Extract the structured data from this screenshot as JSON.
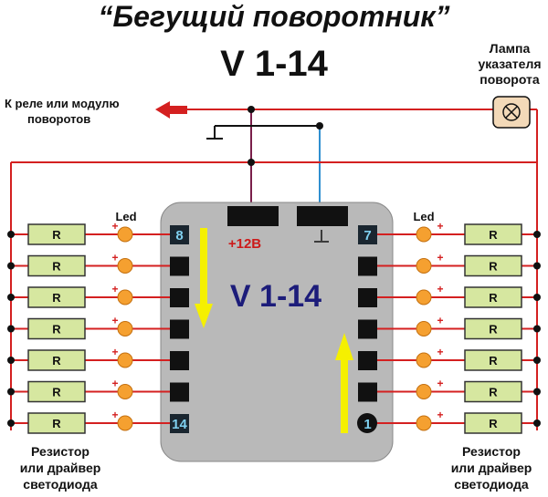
{
  "title": "“Бегущий поворотник”",
  "model": "V 1-14",
  "lamp_label": [
    "Лампа",
    "указателя",
    "поворота"
  ],
  "relay_label": [
    "К реле или модулю",
    "поворотов"
  ],
  "chip_label": "V 1-14",
  "power_label": "+12В",
  "ground_symbol": "⊥",
  "led_label": "Led",
  "resistor_label": "R",
  "plus_sign": "+",
  "pins_left": [
    "8",
    "",
    "",
    "",
    "",
    "",
    "14"
  ],
  "pins_right": [
    "7",
    "",
    "",
    "",
    "",
    "",
    "1"
  ],
  "caption_left": [
    "Резистор",
    "или драйвер",
    "светодиода"
  ],
  "caption_right": [
    "Резистор",
    "или драйвер",
    "светодиода"
  ],
  "colors": {
    "wire": "#d42020",
    "power_wire": "#7a1f4a",
    "ground_wire": "#2f8fd0",
    "resistor": "#d6e7a0",
    "led": "#f5a030",
    "chip": "#b9b9b9",
    "arrow": "#f5f000",
    "model_text": "#1c1c7a",
    "power_text": "#cc1a1a"
  }
}
